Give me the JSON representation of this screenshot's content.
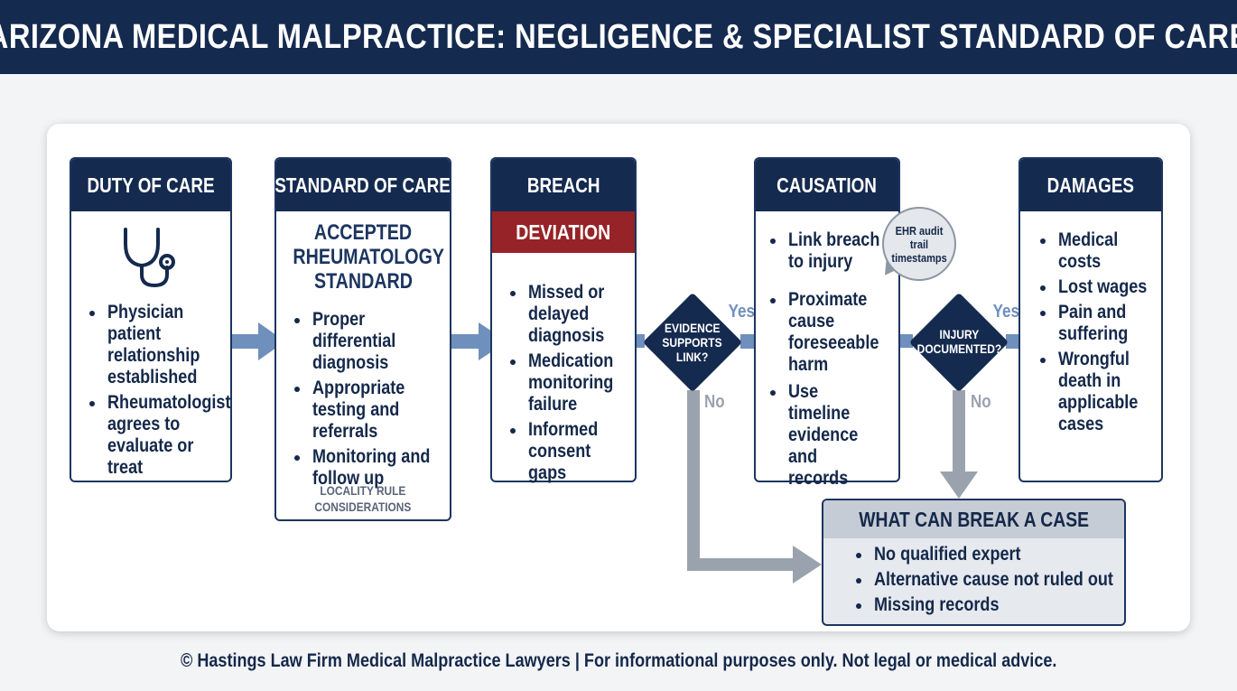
{
  "header": {
    "title": "ARIZONA MEDICAL MALPRACTICE: NEGLIGENCE & SPECIALIST STANDARD OF CARE"
  },
  "duty": {
    "title": "DUTY OF CARE",
    "icon": "stethoscope-icon",
    "items": [
      "Physician patient relationship established",
      "Rheumatologist agrees to evaluate or treat"
    ]
  },
  "standard": {
    "title": "STANDARD OF CARE",
    "subtitle": [
      "ACCEPTED",
      "RHEUMATOLOGY",
      "STANDARD"
    ],
    "items": [
      "Proper differential diagnosis",
      "Appropriate testing and referrals",
      "Monitoring and follow up"
    ],
    "note": [
      "LOCALITY RULE",
      "CONSIDERATIONS"
    ]
  },
  "breach": {
    "title": "BREACH",
    "subtitle": "DEVIATION",
    "items": [
      "Missed or delayed diagnosis",
      "Medication monitoring failure",
      "Informed consent gaps"
    ]
  },
  "decision1": {
    "label": [
      "EVIDENCE",
      "SUPPORTS",
      "LINK?"
    ],
    "yes": "Yes",
    "no": "No"
  },
  "causation": {
    "title": "CAUSATION",
    "items": [
      "Link breach to injury",
      "Proximate cause foreseeable harm",
      "Use timeline evidence and records"
    ],
    "bubble": "EHR audit trail timestamps"
  },
  "decision2": {
    "label": [
      "INJURY",
      "DOCUMENTED?"
    ],
    "yes": "Yes",
    "no": "No"
  },
  "damages": {
    "title": "DAMAGES",
    "items": [
      "Medical costs",
      "Lost wages",
      "Pain and suffering",
      "Wrongful death in applicable cases"
    ]
  },
  "break_case": {
    "title": "WHAT CAN BREAK A CASE",
    "items": [
      "No qualified expert",
      "Alternative cause not ruled out",
      "Missing records"
    ]
  },
  "footer": "© Hastings Law Firm Medical Malpractice Lawyers | For informational purposes only. Not legal or medical advice.",
  "colors": {
    "navy": "#152a4f",
    "red": "#962327",
    "arrow_blue": "#6f8fbd",
    "arrow_gray": "#9aa3ad"
  }
}
